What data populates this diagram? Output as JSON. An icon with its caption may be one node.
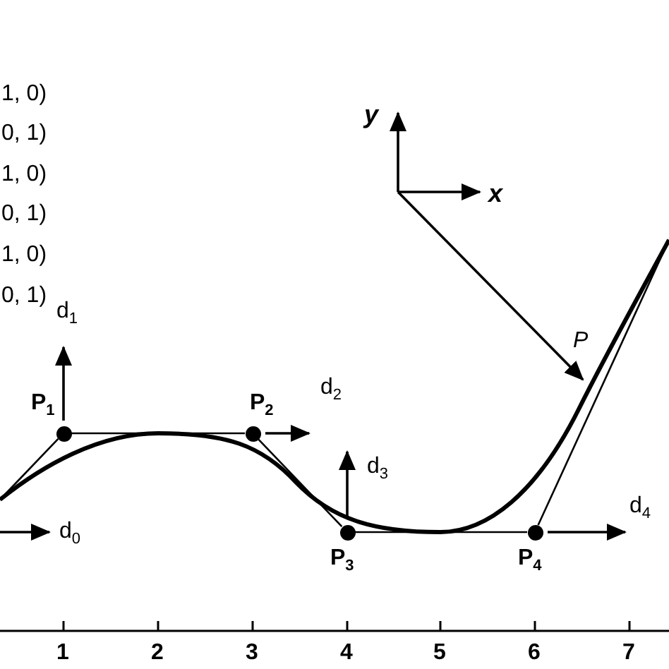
{
  "diagram": {
    "nodes": [
      {
        "text": [
          "P$_{1}$"
        ]
      },
      {
        "text": [
          "P$_{2}$"
        ]
      },
      {
        "text": [
          "P$_{3}$"
        ]
      },
      {
        "text": [
          "P$_{4}$"
        ]
      }
    ],
    "edges": [
      {
        "from": null,
        "to": 0,
        "arrow": "none"
      },
      {
        "from": 0,
        "to": 1,
        "arrow": "none"
      },
      {
        "from": 1,
        "to": 2,
        "arrow": "none"
      },
      {
        "from": 2,
        "to": 3,
        "arrow": "none"
      },
      {
        "from": 3,
        "to": null,
        "arrow": "none"
      }
    ],
    "labels": [
      "1, 0)",
      "y⃗",
      "0, 1)",
      "x⃗",
      "1, 0)",
      "0, 1)",
      "1, 0)",
      "0, 1)",
      "d$_{1}$",
      "P",
      "d$_{2}$",
      "d$_{3}$",
      "d$_{4}$",
      "d$_{0}$",
      "1",
      "2",
      "3",
      "4",
      "5",
      "6",
      "7"
    ]
  }
}
